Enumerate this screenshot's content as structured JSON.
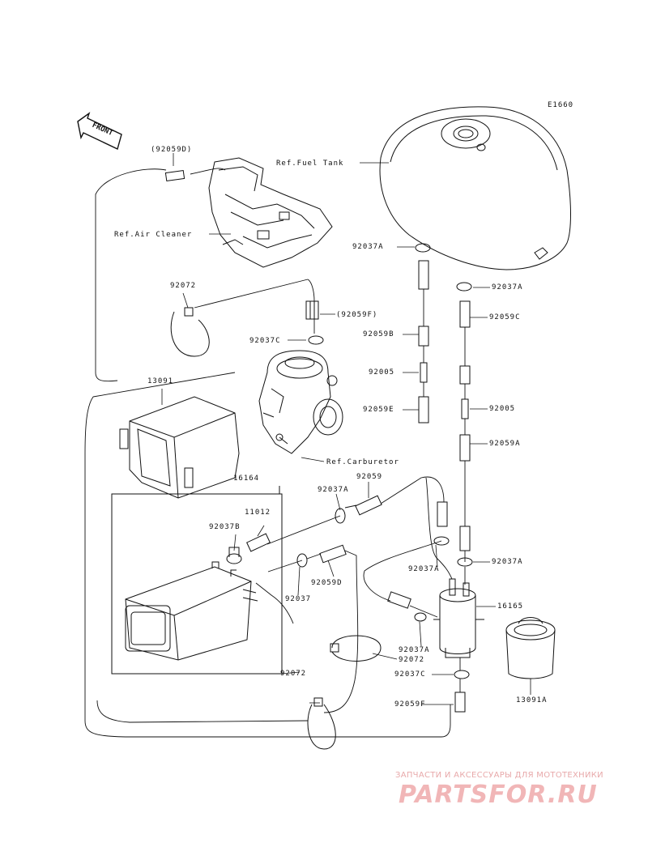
{
  "diagram_code": "E1660",
  "front_label": "FRONT",
  "refs": {
    "fuel_tank": "Ref.Fuel Tank",
    "air_cleaner": "Ref.Air Cleaner",
    "carburetor": "Ref.Carburetor"
  },
  "parts": {
    "p92059d_top": "(92059D)",
    "p92072_a": "92072",
    "p92059f_paren": "(92059F)",
    "p92037c_a": "92037C",
    "p13091": "13091",
    "p16164": "16164",
    "p11012": "11012",
    "p92037b": "92037B",
    "p92037a_left": "92037A",
    "p92059": "92059",
    "p92037_bot": "92037",
    "p92059d_bot": "92059D",
    "p92037a_tank": "92037A",
    "p92059b": "92059B",
    "p92005_a": "92005",
    "p92059e": "92059E",
    "p92037a_r1": "92037A",
    "p92059c": "92059C",
    "p92005_b": "92005",
    "p92059a": "92059A",
    "p92037a_mid": "92037A",
    "p92037a_r2": "92037A",
    "p16165": "16165",
    "p92037a_pump": "92037A",
    "p92072_b": "92072",
    "p92037c_b": "92037C",
    "p92059f": "92059F",
    "p13091a": "13091A",
    "p92072_c": "92072"
  },
  "watermark": {
    "subtitle": "ЗАПЧАСТИ И АКСЕССУАРЫ ДЛЯ МОТОТЕХНИКИ",
    "logo": "PARTSFOR.RU"
  },
  "colors": {
    "line": "#111111",
    "watermark": "#f1b6b7"
  }
}
